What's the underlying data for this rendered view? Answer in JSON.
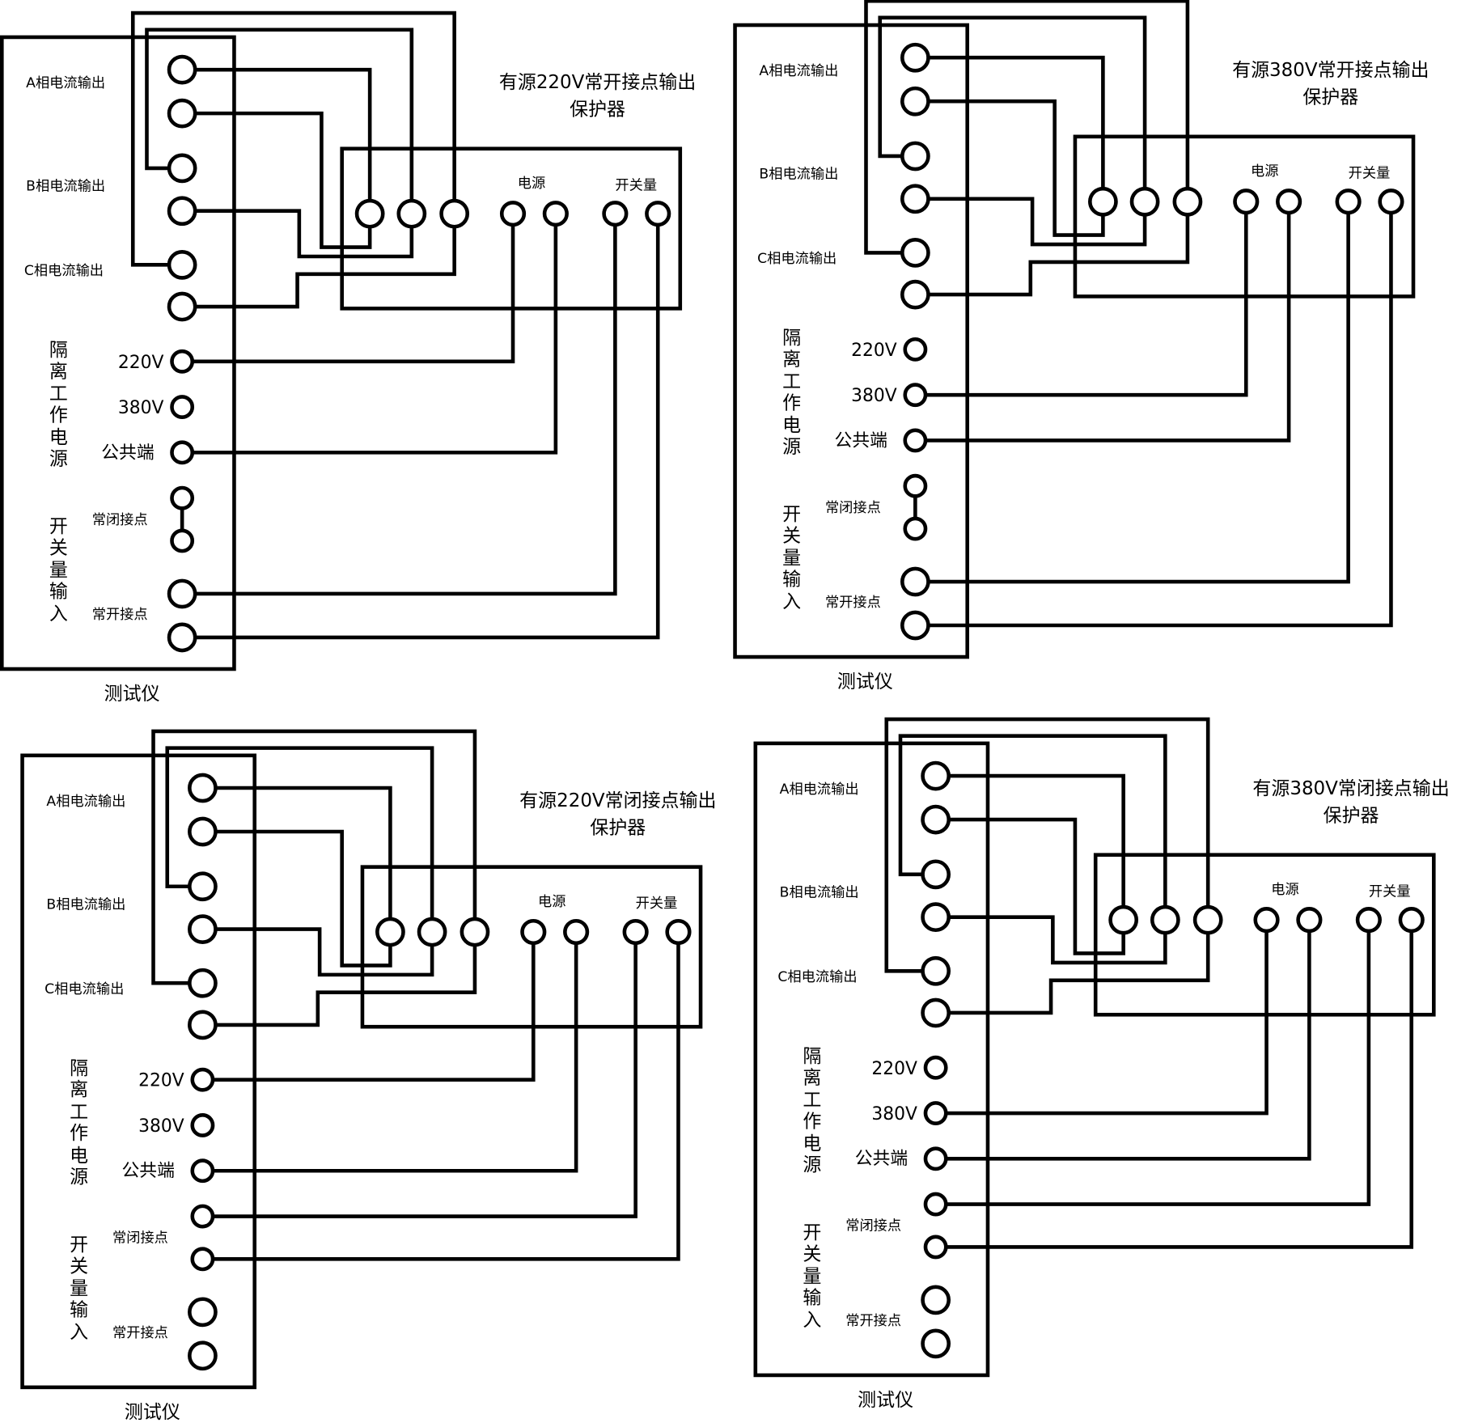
{
  "panels": [
    {
      "title": "有源220V常开接点输出\n保护器",
      "tester_label": "测试仪",
      "a_current": "A相电流输出",
      "b_current": "B相电流输出",
      "c_current": "C相电流输出",
      "isolated_power": "隔离工作电源",
      "v220": "220V",
      "v380": "380V",
      "common": "公共端",
      "switch_input": "开关量输入",
      "nc_contact": "常闭接点",
      "no_contact": "常开接点",
      "power_label": "电源",
      "switch_label": "开关量"
    },
    {
      "title": "有源380V常开接点输出\n保护器",
      "tester_label": "测试仪",
      "a_current": "A相电流输出",
      "b_current": "B相电流输出",
      "c_current": "C相电流输出",
      "isolated_power": "隔离工作电源",
      "v220": "220V",
      "v380": "380V",
      "common": "公共端",
      "switch_input": "开关量输入",
      "nc_contact": "常闭接点",
      "no_contact": "常开接点",
      "power_label": "电源",
      "switch_label": "开关量"
    },
    {
      "title": "有源220V常闭接点输出\n保护器",
      "tester_label": "测试仪",
      "a_current": "A相电流输出",
      "b_current": "B相电流输出",
      "c_current": "C相电流输出",
      "isolated_power": "隔离工作电源",
      "v220": "220V",
      "v380": "380V",
      "common": "公共端",
      "switch_input": "开关量输入",
      "nc_contact": "常闭接点",
      "no_contact": "常开接点",
      "power_label": "电源",
      "switch_label": "开关量"
    },
    {
      "title": "有源380V常闭接点输出\n保护器",
      "tester_label": "测试仪",
      "a_current": "A相电流输出",
      "b_current": "B相电流输出",
      "c_current": "C相电流输出",
      "isolated_power": "隔离工作电源",
      "v220": "220V",
      "v380": "380V",
      "common": "公共端",
      "switch_input": "开关量输入",
      "nc_contact": "常闭接点",
      "no_contact": "常开接点",
      "power_label": "电源",
      "switch_label": "开关量"
    }
  ]
}
